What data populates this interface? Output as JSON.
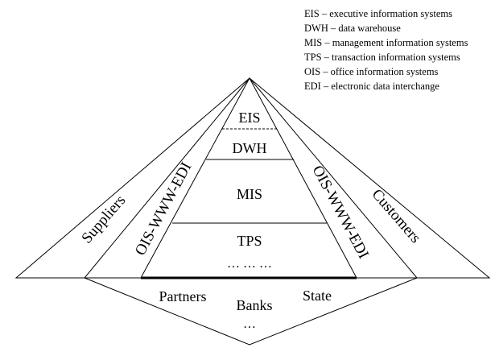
{
  "legend": [
    "EIS – executive information systems",
    "DWH – data warehouse",
    "MIS – management information systems",
    "TPS – transaction information systems",
    "OIS – office information systems",
    "EDI – electronic data interchange"
  ],
  "pyramid": {
    "levels": [
      "EIS",
      "DWH",
      "MIS",
      "TPS"
    ],
    "continuation": "… … …"
  },
  "sides": {
    "left_outer": "Suppliers",
    "left_inner": "OIS-WWW-EDI",
    "right_inner": "OIS-WWW-EDI",
    "right_outer": "Customers"
  },
  "base": {
    "items": [
      "Partners",
      "Banks",
      "State"
    ],
    "continuation": "…"
  }
}
